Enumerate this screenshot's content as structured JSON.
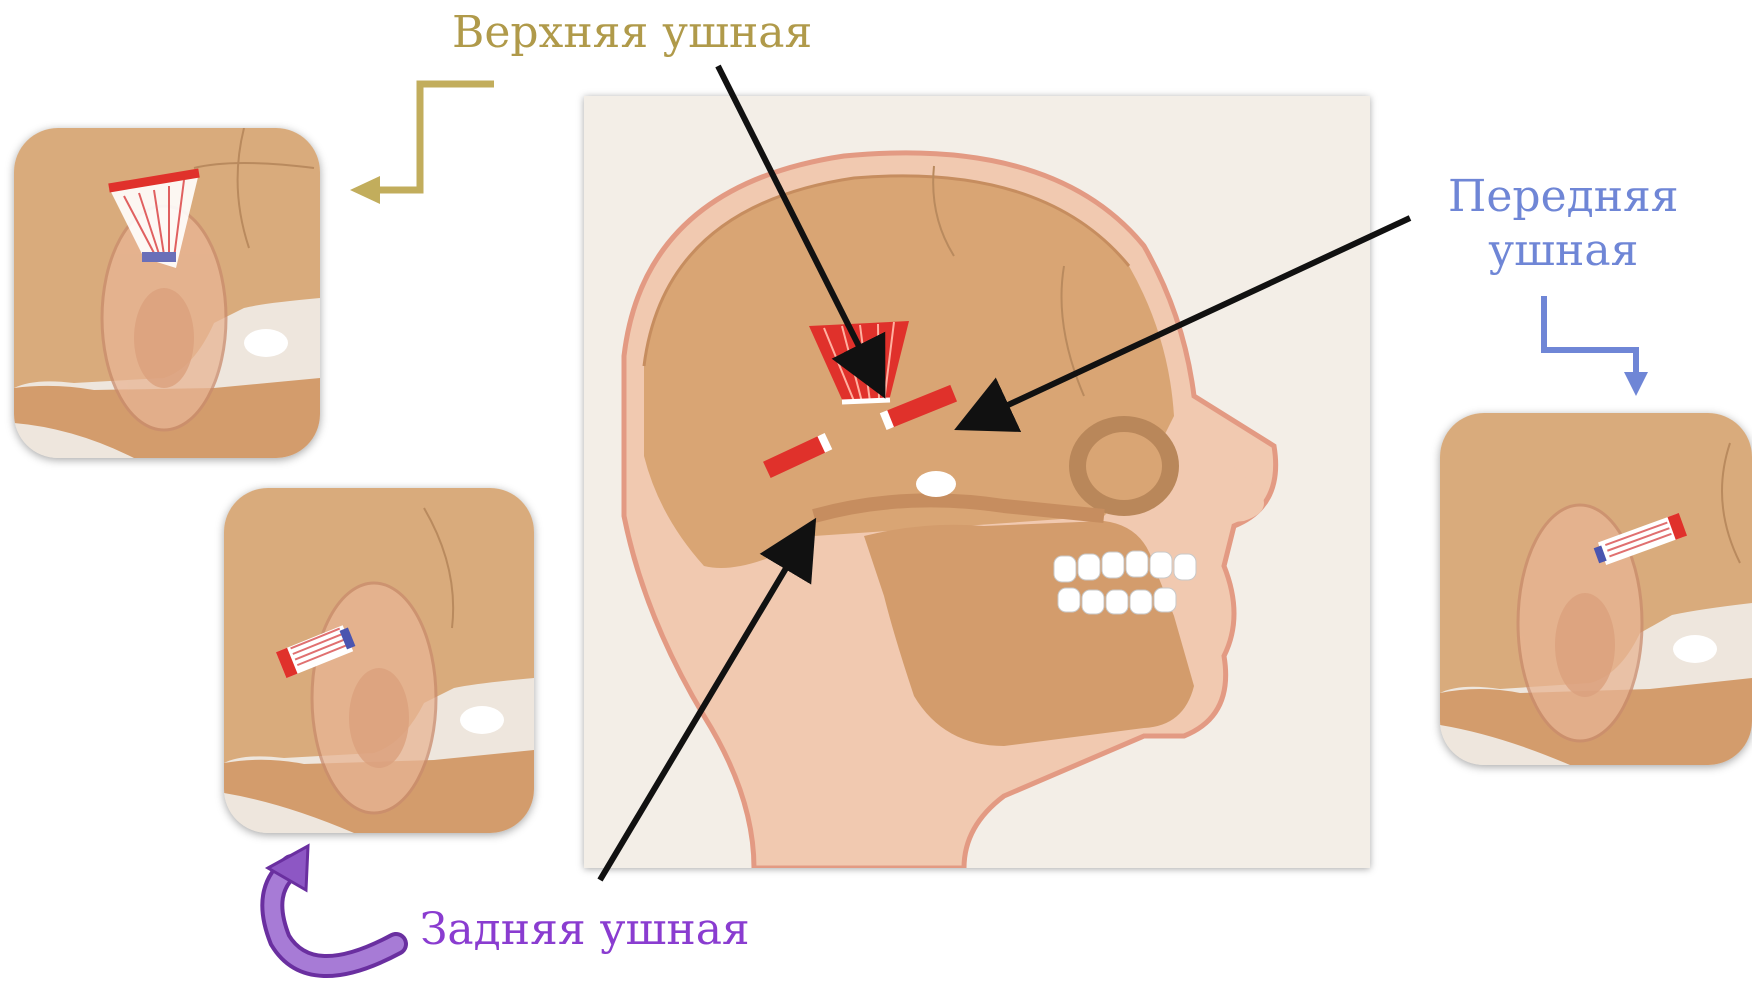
{
  "labels": {
    "superior": "Верхняя ушная",
    "anterior_line1": "Передняя",
    "anterior_line2": "ушная",
    "posterior": "Задняя ушная"
  },
  "colors": {
    "superior_label": "#b09a4a",
    "anterior_label": "#6f86d6",
    "posterior_label": "#8a3cd0",
    "muscle": "#d8322a",
    "bone": "#d9a878",
    "pointer": "#111111"
  }
}
